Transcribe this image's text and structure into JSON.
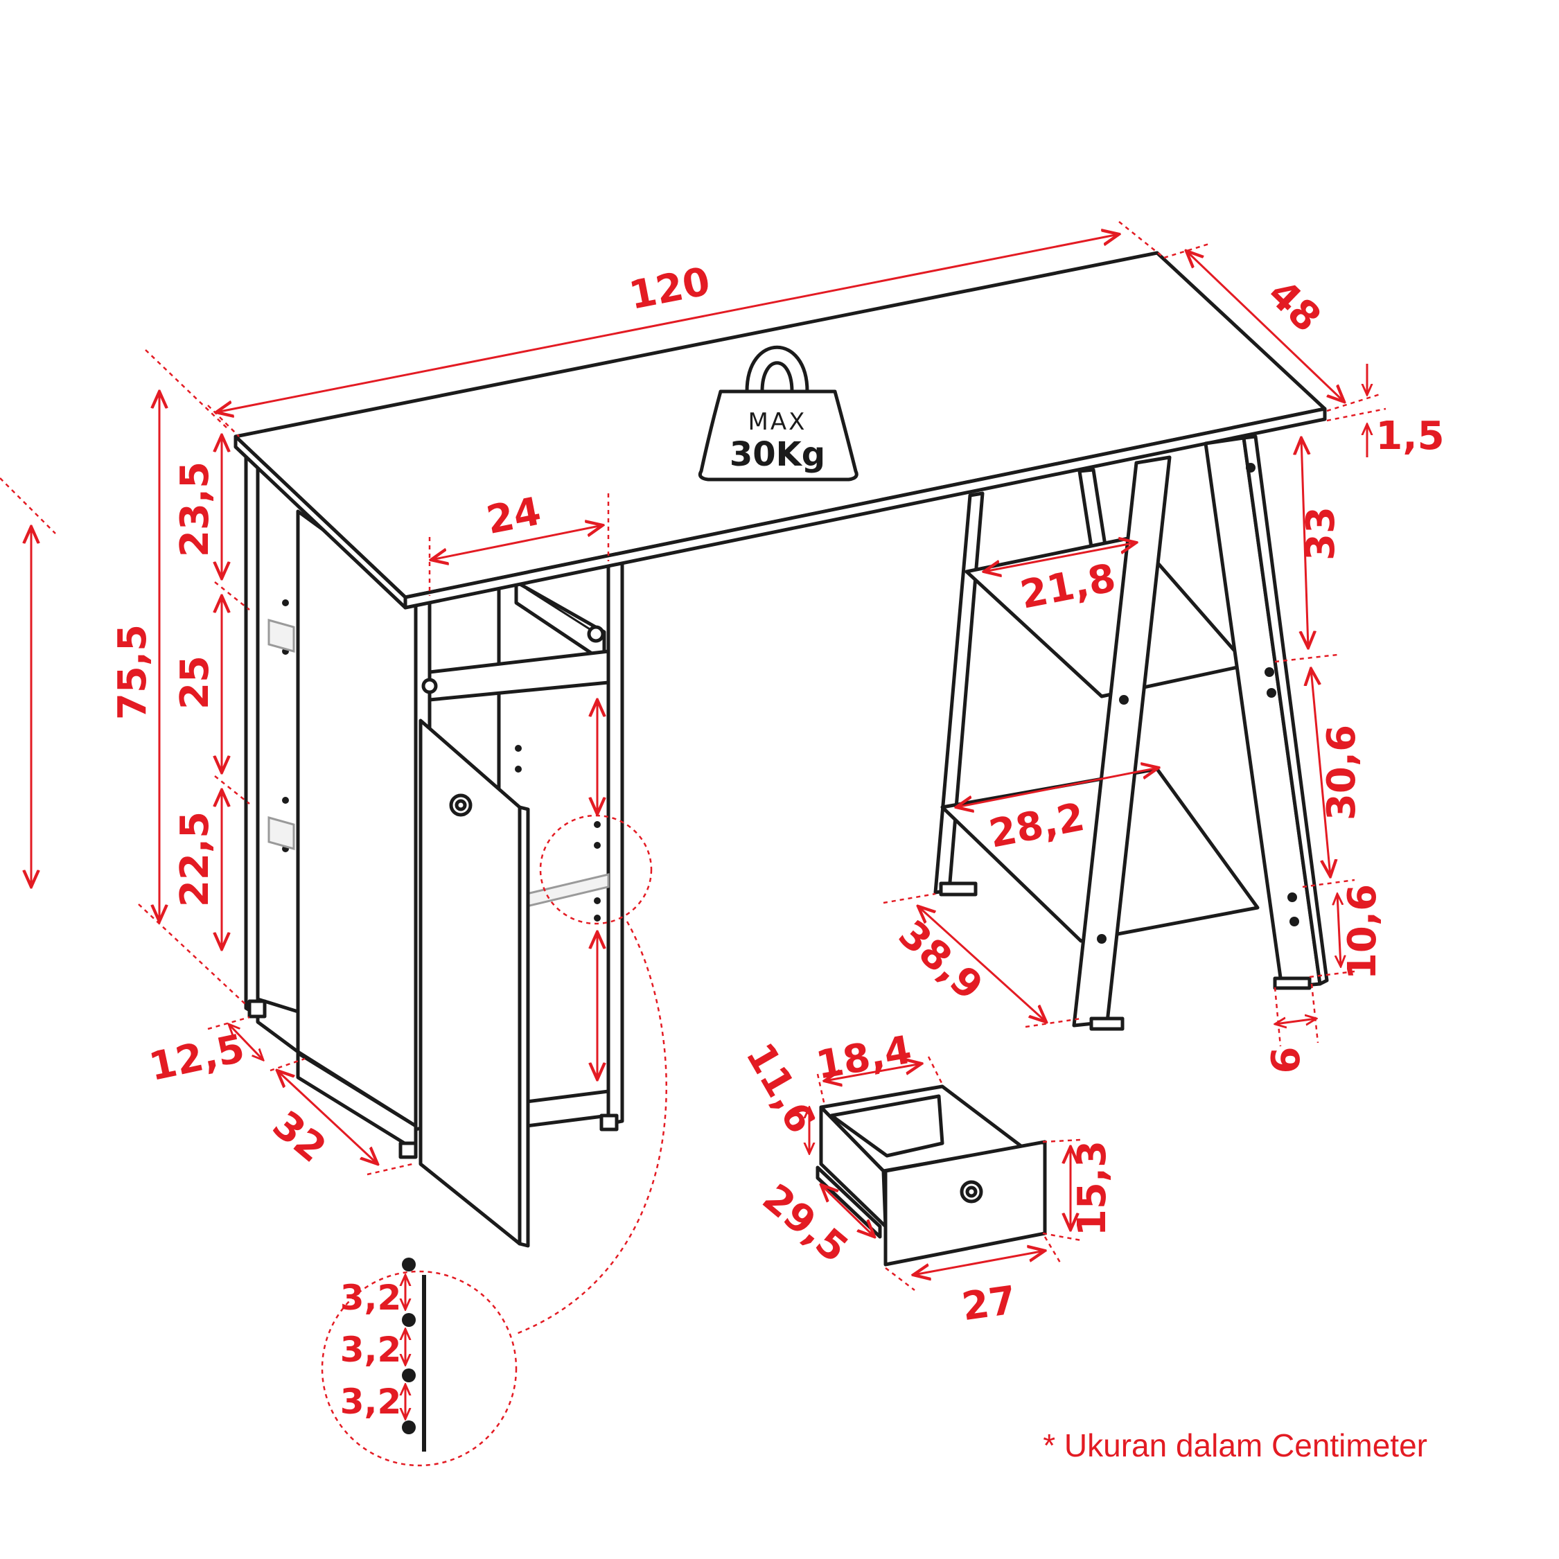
{
  "weight_badge": {
    "icon": "weight-icon",
    "max_label": "MAX",
    "load_label": "30Kg"
  },
  "dimensions": {
    "width": "120",
    "depth": "48",
    "top_thickness": "1,5",
    "total_height": "75,5",
    "left_upper_gap": "23,5",
    "left_middle_gap": "25",
    "left_lower_gap": "22,5",
    "left_base_offset": "12,5",
    "cabinet_depth": "32",
    "drawer_slot_width": "24",
    "ladder_upper_gap": "33",
    "ladder_middle_gap": "30,6",
    "ladder_lower_gap": "10,6",
    "ladder_upper_shelf": "21,8",
    "ladder_lower_shelf": "28,2",
    "ladder_depth": "38,9",
    "leg_width": "6",
    "drawer_inner_width": "18,4",
    "drawer_inner_height": "11,6",
    "drawer_front_height": "15,3",
    "drawer_depth": "29,5",
    "drawer_front_width": "27"
  },
  "detail": {
    "icon": "hole-pitch-icon",
    "pitch_1": "3,2",
    "pitch_2": "3,2",
    "pitch_3": "3,2"
  },
  "footnote": "* Ukuran dalam Centimeter",
  "colors": {
    "dimension": "#e31b23",
    "outline": "#1b1b1b",
    "background": "#ffffff"
  }
}
